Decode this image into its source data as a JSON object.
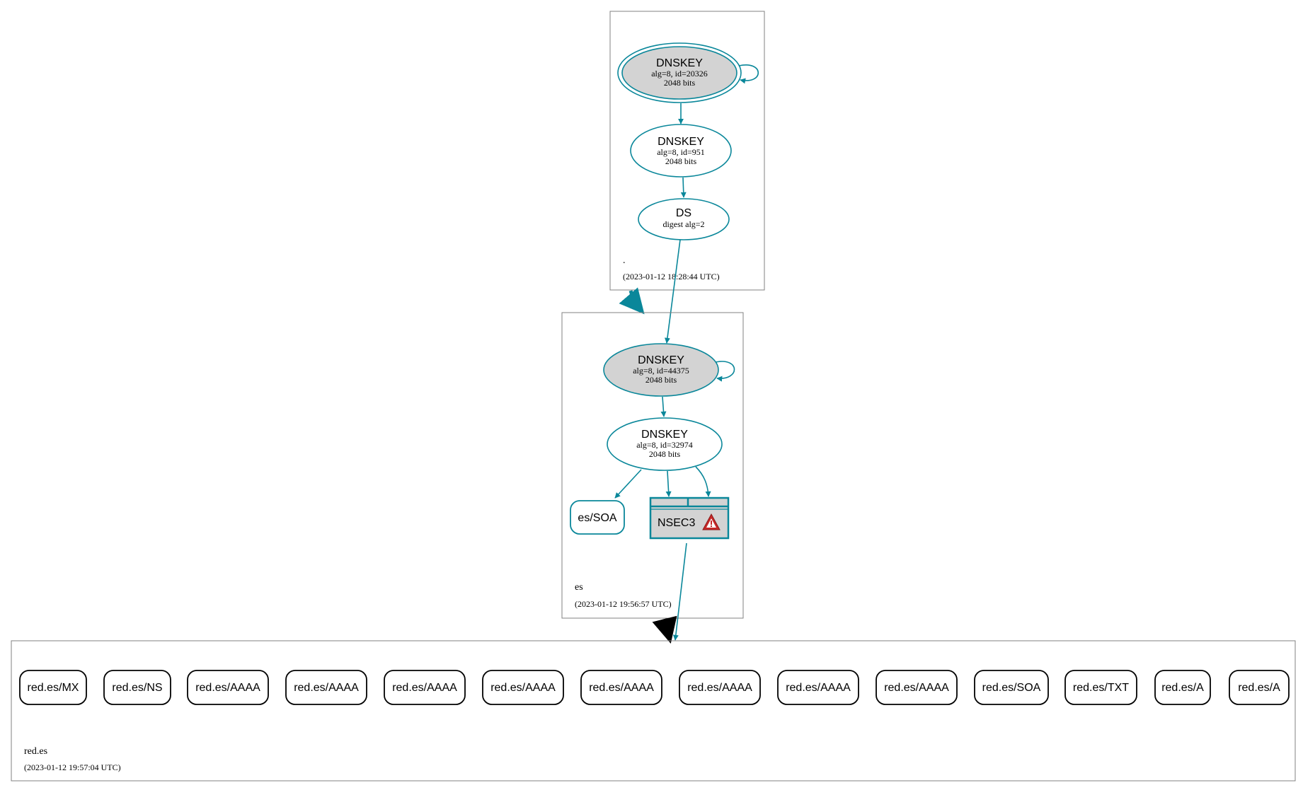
{
  "colors": {
    "accent": "#0a879a",
    "ksk_fill": "#d3d3d3",
    "nsec_fill": "#d3d3d3",
    "zone_border": "#808080",
    "delegation_insecure": "#000000",
    "warning": "#c62828"
  },
  "zones": {
    "root": {
      "name": ".",
      "timestamp": "(2023-01-12 18:28:44 UTC)",
      "dnskey_ksk": {
        "title": "DNSKEY",
        "line1": "alg=8, id=20326",
        "line2": "2048 bits"
      },
      "dnskey_zsk": {
        "title": "DNSKEY",
        "line1": "alg=8, id=951",
        "line2": "2048 bits"
      },
      "ds": {
        "title": "DS",
        "line1": "digest alg=2"
      }
    },
    "es": {
      "name": "es",
      "timestamp": "(2023-01-12 19:56:57 UTC)",
      "dnskey_ksk": {
        "title": "DNSKEY",
        "line1": "alg=8, id=44375",
        "line2": "2048 bits"
      },
      "dnskey_zsk": {
        "title": "DNSKEY",
        "line1": "alg=8, id=32974",
        "line2": "2048 bits"
      },
      "soa": "es/SOA",
      "nsec3": {
        "label": "NSEC3",
        "warning_icon": "warning-triangle-icon"
      }
    },
    "red_es": {
      "name": "red.es",
      "timestamp": "(2023-01-12 19:57:04 UTC)",
      "rrsets": [
        "red.es/MX",
        "red.es/NS",
        "red.es/AAAA",
        "red.es/AAAA",
        "red.es/AAAA",
        "red.es/AAAA",
        "red.es/AAAA",
        "red.es/AAAA",
        "red.es/AAAA",
        "red.es/AAAA",
        "red.es/SOA",
        "red.es/TXT",
        "red.es/A",
        "red.es/A"
      ]
    }
  }
}
